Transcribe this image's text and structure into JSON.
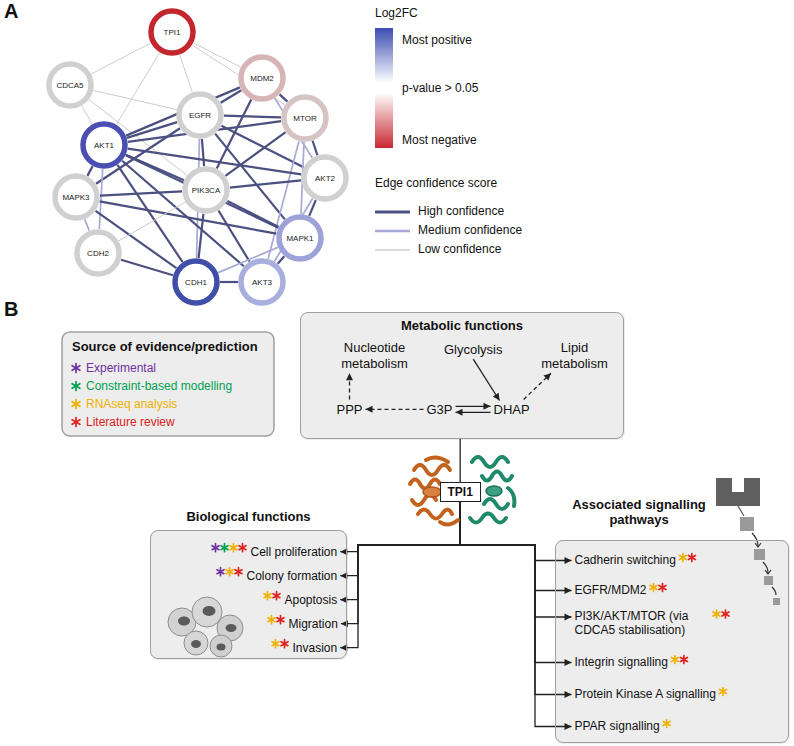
{
  "diagram": {
    "nodes": [
      {
        "text": [
          "TPI1"
        ]
      },
      {
        "text": [
          "CDCA5"
        ]
      },
      {
        "text": [
          "MDM2"
        ]
      },
      {
        "text": [
          "EGFR"
        ]
      },
      {
        "text": [
          "MTOR"
        ]
      },
      {
        "text": [
          "AKT1"
        ]
      },
      {
        "text": [
          "AKT2"
        ]
      },
      {
        "text": [
          "MAPK3"
        ]
      },
      {
        "text": [
          "PIK3CA"
        ]
      },
      {
        "text": [
          "MAPK1"
        ]
      },
      {
        "text": [
          "CDH2"
        ]
      },
      {
        "text": [
          "CDH1"
        ]
      },
      {
        "text": [
          "AKT3"
        ]
      },
      {
        "text": [
          "Metabolic functions"
        ]
      },
      {
        "text": [
          "Nucleotide metabolism"
        ],
        "in": 13
      },
      {
        "text": [
          "Glycolysis"
        ],
        "in": 13
      },
      {
        "text": [
          "Lipid metabolism"
        ],
        "in": 13
      },
      {
        "text": [
          "PPP"
        ],
        "in": 13
      },
      {
        "text": [
          "G3P"
        ],
        "in": 13
      },
      {
        "text": [
          "DHAP"
        ],
        "in": 13
      },
      {
        "text": [
          "TPI1"
        ]
      },
      {
        "text": [
          "Biological functions"
        ]
      },
      {
        "text": [
          "Cell proliferation"
        ],
        "in": 21
      },
      {
        "text": [
          "Colony formation"
        ],
        "in": 21
      },
      {
        "text": [
          "Apoptosis"
        ],
        "in": 21
      },
      {
        "text": [
          "Migration"
        ],
        "in": 21
      },
      {
        "text": [
          "Invasion"
        ],
        "in": 21
      },
      {
        "text": [
          "Associated signalling pathways"
        ]
      },
      {
        "text": [
          "Cadherin switching"
        ],
        "in": 27
      },
      {
        "text": [
          "EGFR/MDM2"
        ],
        "in": 27
      },
      {
        "text": [
          "PI3K/AKT/MTOR (via CDCA5 stabilisation)"
        ],
        "in": 27
      },
      {
        "text": [
          "Integrin signalling"
        ],
        "in": 27
      },
      {
        "text": [
          "Protein Kinase A signalling"
        ],
        "in": 27
      },
      {
        "text": [
          "PPAR signalling"
        ],
        "in": 27
      }
    ],
    "edges": [
      {
        "from": 0,
        "to": 1,
        "arrow": "none"
      },
      {
        "from": 0,
        "to": 2,
        "arrow": "none"
      },
      {
        "from": 0,
        "to": 3,
        "arrow": "none"
      },
      {
        "from": 0,
        "to": 5,
        "arrow": "none"
      },
      {
        "from": 0,
        "to": 4,
        "arrow": "none"
      },
      {
        "from": 1,
        "to": 3,
        "arrow": "none"
      },
      {
        "from": 1,
        "to": 5,
        "arrow": "none"
      },
      {
        "from": 1,
        "to": 8,
        "arrow": "none"
      },
      {
        "from": 2,
        "to": 3,
        "arrow": "none"
      },
      {
        "from": 2,
        "to": 4,
        "arrow": "none"
      },
      {
        "from": 2,
        "to": 5,
        "arrow": "none"
      },
      {
        "from": 2,
        "to": 6,
        "arrow": "none"
      },
      {
        "from": 2,
        "to": 8,
        "arrow": "none"
      },
      {
        "from": 3,
        "to": 4,
        "arrow": "none"
      },
      {
        "from": 3,
        "to": 5,
        "arrow": "none"
      },
      {
        "from": 3,
        "to": 6,
        "arrow": "none"
      },
      {
        "from": 3,
        "to": 7,
        "arrow": "none"
      },
      {
        "from": 3,
        "to": 8,
        "arrow": "none"
      },
      {
        "from": 3,
        "to": 9,
        "arrow": "none"
      },
      {
        "from": 3,
        "to": 11,
        "arrow": "none"
      },
      {
        "from": 4,
        "to": 5,
        "arrow": "none"
      },
      {
        "from": 4,
        "to": 6,
        "arrow": "none"
      },
      {
        "from": 4,
        "to": 8,
        "arrow": "none"
      },
      {
        "from": 4,
        "to": 9,
        "arrow": "none"
      },
      {
        "from": 4,
        "to": 12,
        "arrow": "none"
      },
      {
        "from": 5,
        "to": 6,
        "arrow": "none"
      },
      {
        "from": 5,
        "to": 7,
        "arrow": "none"
      },
      {
        "from": 5,
        "to": 8,
        "arrow": "none"
      },
      {
        "from": 5,
        "to": 9,
        "arrow": "none"
      },
      {
        "from": 5,
        "to": 10,
        "arrow": "none"
      },
      {
        "from": 5,
        "to": 11,
        "arrow": "none"
      },
      {
        "from": 5,
        "to": 12,
        "arrow": "none"
      },
      {
        "from": 6,
        "to": 8,
        "arrow": "none"
      },
      {
        "from": 6,
        "to": 9,
        "arrow": "none"
      },
      {
        "from": 6,
        "to": 12,
        "arrow": "none"
      },
      {
        "from": 7,
        "to": 8,
        "arrow": "none"
      },
      {
        "from": 7,
        "to": 9,
        "arrow": "none"
      },
      {
        "from": 7,
        "to": 10,
        "arrow": "none"
      },
      {
        "from": 7,
        "to": 11,
        "arrow": "none"
      },
      {
        "from": 8,
        "to": 9,
        "arrow": "none"
      },
      {
        "from": 8,
        "to": 11,
        "arrow": "none"
      },
      {
        "from": 8,
        "to": 12,
        "arrow": "none"
      },
      {
        "from": 8,
        "to": 10,
        "arrow": "none"
      },
      {
        "from": 9,
        "to": 11,
        "arrow": "none"
      },
      {
        "from": 9,
        "to": 12,
        "arrow": "none"
      },
      {
        "from": 10,
        "to": 11,
        "arrow": "none"
      },
      {
        "from": 11,
        "to": 12,
        "arrow": "none"
      },
      {
        "from": 15,
        "to": 19,
        "arrow": "to"
      },
      {
        "from": 18,
        "to": 19,
        "arrow": "both"
      },
      {
        "from": 18,
        "to": 17,
        "arrow": "to"
      },
      {
        "from": 17,
        "to": 14,
        "arrow": "to"
      },
      {
        "from": 19,
        "to": 16,
        "arrow": "to"
      },
      {
        "from": 20,
        "to": 13,
        "arrow": "none"
      },
      {
        "from": 20,
        "to": 22,
        "arrow": "to"
      },
      {
        "from": 20,
        "to": 23,
        "arrow": "to"
      },
      {
        "from": 20,
        "to": 24,
        "arrow": "to"
      },
      {
        "from": 20,
        "to": 25,
        "arrow": "to"
      },
      {
        "from": 20,
        "to": 26,
        "arrow": "to"
      },
      {
        "from": 20,
        "to": 28,
        "arrow": "to"
      },
      {
        "from": 20,
        "to": 29,
        "arrow": "to"
      },
      {
        "from": 20,
        "to": 30,
        "arrow": "to"
      },
      {
        "from": 20,
        "to": 31,
        "arrow": "to"
      },
      {
        "from": 20,
        "to": 32,
        "arrow": "to"
      },
      {
        "from": 20,
        "to": 33,
        "arrow": "to"
      }
    ],
    "labels": [
      "A",
      "B",
      "Log2FC",
      "Edge confidence score",
      "Source of evidence/prediction"
    ],
    "legend": [
      {
        "text": "Most positive",
        "color": "#3b4cb0"
      },
      {
        "text": "p-value > 0.05",
        "color": "#ffffff"
      },
      {
        "text": "Most negative",
        "color": "#c8282e"
      },
      {
        "text": "High confidence"
      },
      {
        "text": "Medium confidence"
      },
      {
        "text": "Low confidence"
      },
      {
        "text": "Experimental",
        "color": "#7030a0"
      },
      {
        "text": "Constraint-based modelling",
        "color": "#00a050"
      },
      {
        "text": "RNAseq analysis",
        "color": "#f0b000"
      },
      {
        "text": "Literature review",
        "color": "#e02020"
      }
    ]
  }
}
